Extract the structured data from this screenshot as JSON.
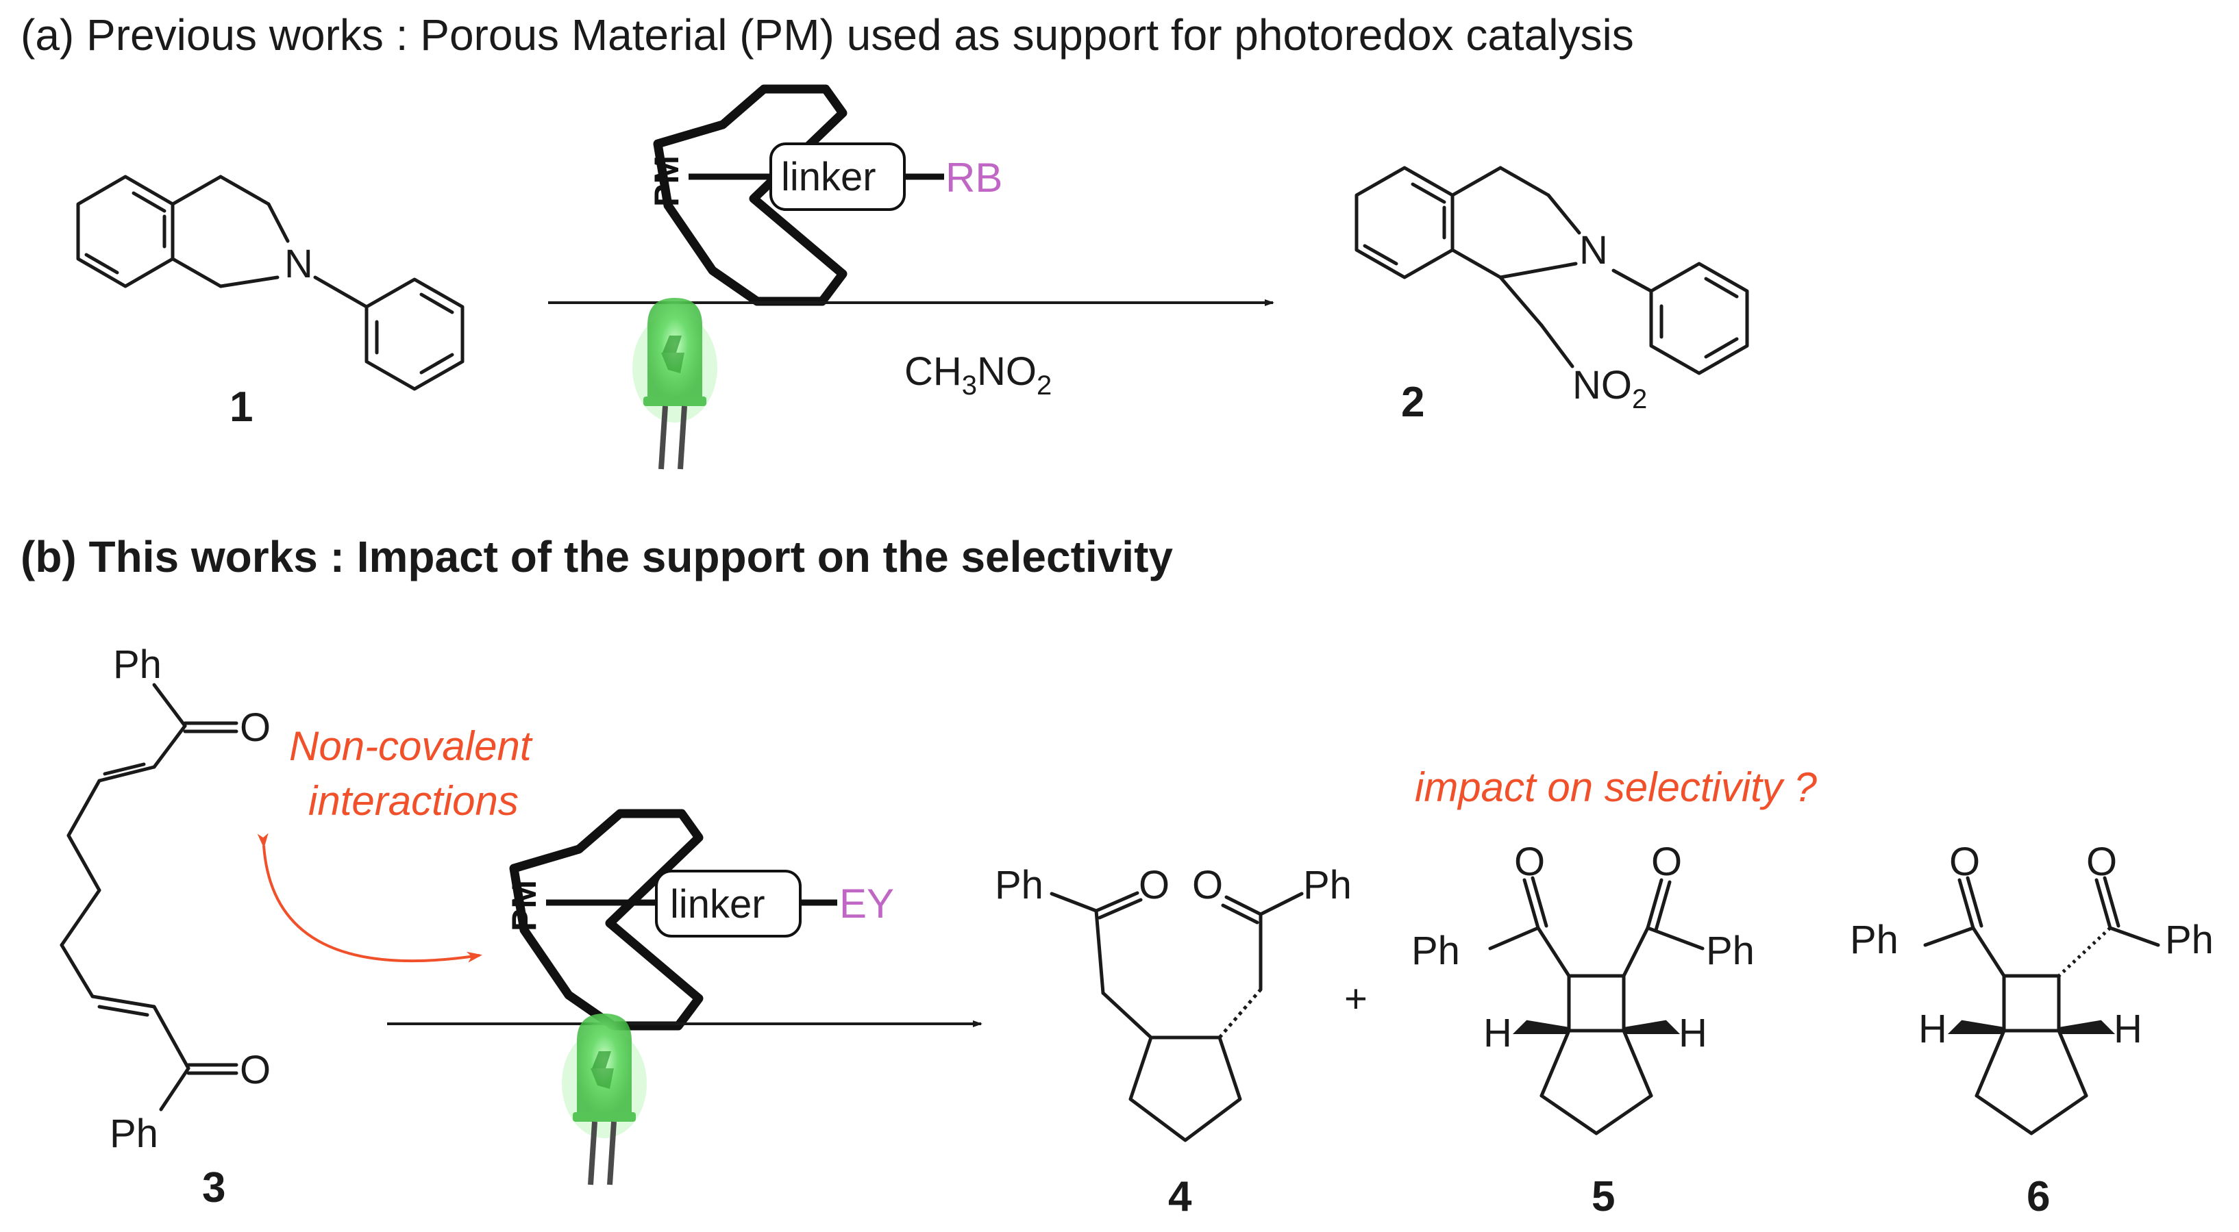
{
  "panel_a": {
    "heading": "(a) Previous works : Porous Material (PM) used as support for photoredox catalysis",
    "catalyst": {
      "pm": "PM",
      "linker": "linker",
      "dye": "RB"
    },
    "reagent": "CH3NO2",
    "reagent_parts": {
      "a": "CH",
      "b": "3",
      "c": "NO",
      "d": "2"
    },
    "substrate": {
      "number": "1",
      "n_atom": "N"
    },
    "product": {
      "number": "2",
      "n_atom": "N",
      "nitro": "NO",
      "nitro_sub": "2"
    }
  },
  "panel_b": {
    "heading": "(b) This works : Impact of the support on the selectivity",
    "catalyst": {
      "pm": "PM",
      "linker": "linker",
      "dye": "EY"
    },
    "note_interactions_1": "Non-covalent",
    "note_interactions_2": "interactions",
    "note_selectivity": "impact on selectivity ?",
    "plus": "+",
    "substrate": {
      "number": "3",
      "ph_top": "Ph",
      "o_top": "O",
      "ph_bottom": "Ph",
      "o_bottom": "O"
    },
    "product_4": {
      "number": "4",
      "ph_left": "Ph",
      "o_left": "O",
      "o_right": "O",
      "ph_right": "Ph"
    },
    "product_5": {
      "number": "5",
      "o_left": "O",
      "o_right": "O",
      "ph_left": "Ph",
      "ph_right": "Ph",
      "h_left": "H",
      "h_right": "H"
    },
    "product_6": {
      "number": "6",
      "o_left": "O",
      "o_right": "O",
      "ph_left": "Ph",
      "ph_right": "Ph",
      "h_left": "H",
      "h_right": "H"
    }
  },
  "colors": {
    "accent_orange": "#f0502a",
    "dye_purple": "#c066c4",
    "led_green": "#5fd35f",
    "text": "#1a1a1a"
  },
  "icons": [
    "green-led-icon",
    "porous-material-icon",
    "curved-double-arrow-icon"
  ]
}
